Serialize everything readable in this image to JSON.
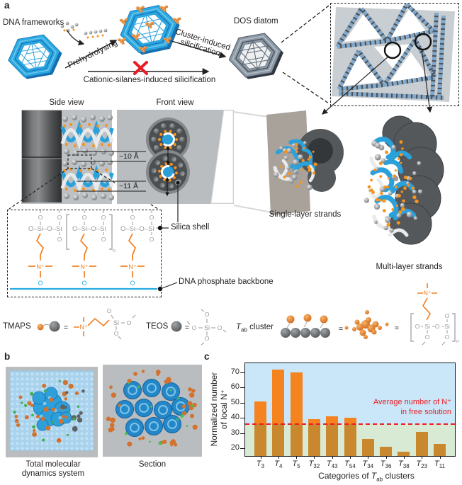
{
  "panels": {
    "a": "a",
    "b": "b",
    "c": "c"
  },
  "panel_a": {
    "dna_frameworks": "DNA frameworks",
    "prehydrolysing": "Prehydrolysing",
    "cluster_induced_line1": "Cluster-induced",
    "cluster_induced_line2": "silicification",
    "cationic": "Cationic-silanes-induced silicification",
    "dos_diatom": "DOS diatom",
    "side_view": "Side view",
    "front_view": "Front view",
    "dist_10": "~10 Å",
    "dist_11": "~11 Å",
    "silica_shell": "Silica shell",
    "dna_backbone": "DNA phosphate backbone",
    "single_layer": "Single-layer strands",
    "multi_layer": "Multi-layer strands"
  },
  "legend": {
    "tmaps": "TMAPS",
    "teos": "TEOS",
    "tab_t": "T",
    "tab_sub": "ab",
    "tab_word": " cluster",
    "equals": "="
  },
  "chem": {
    "o": "O",
    "si": "Si",
    "nplus": "N⁺",
    "n_sub": "n",
    "unit": "O–Si–O–Si"
  },
  "panel_b": {
    "label_total_line1": "Total molecular",
    "label_total_line2": "dynamics system",
    "label_section": "Section"
  },
  "chart_data": {
    "type": "bar",
    "title": "",
    "ylabel_line1": "Normalized number",
    "ylabel_line2": "of local N⁺",
    "xlabel_pre": "Categories of ",
    "xlabel_t": "T",
    "xlabel_sub": "ab",
    "xlabel_post": " clusters",
    "category_symbol": "T",
    "categories": [
      "3",
      "4",
      "5",
      "32",
      "43",
      "54",
      "34",
      "36",
      "38",
      "23",
      "11"
    ],
    "values": [
      51,
      72,
      70,
      39,
      41,
      40,
      26,
      21,
      18,
      31,
      23
    ],
    "ylim": [
      15,
      76
    ],
    "yticks": [
      20,
      30,
      40,
      50,
      60,
      70
    ],
    "grid": false,
    "legend_position": "none",
    "average_line": {
      "value": 36,
      "label_line1": "Average number of N⁺",
      "label_line2": "in free solution",
      "color": "#EC1C24"
    },
    "colors": {
      "bar_above": "#F5831F",
      "bar_below": "#C9872E",
      "bg_above": "#C9E7F8",
      "bg_below": "#D8EAD3"
    }
  }
}
